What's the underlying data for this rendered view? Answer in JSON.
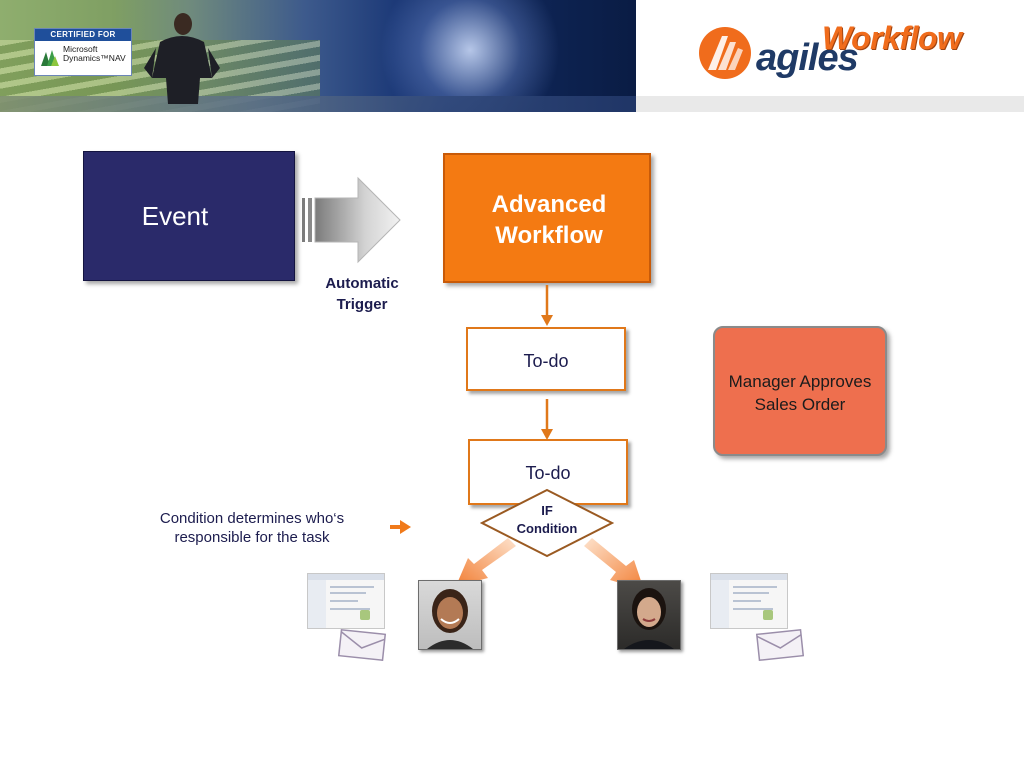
{
  "header": {
    "certified_for": "CERTIFIED FOR",
    "ms_line1": "Microsoft",
    "ms_line2": "Dynamics™NAV",
    "logo_part1": "agiles",
    "logo_part2": "Workflow"
  },
  "diagram": {
    "event": "Event",
    "trigger_line1": "Automatic",
    "trigger_line2": "Trigger",
    "advanced_line1": "Advanced",
    "advanced_line2": "Workflow",
    "todo1": "To-do",
    "todo2": "To-do",
    "manager_line1": "Manager Approves",
    "manager_line2": "Sales Order",
    "if_line1": "IF",
    "if_line2": "Condition",
    "condition_line1": "Condition determines who‘s",
    "condition_line2": "responsible for the task"
  },
  "colors": {
    "event_fill": "#2a2a6a",
    "workflow_orange": "#f47a12",
    "manager_fill": "#ee6f4e",
    "text_navy": "#1c1c4e"
  }
}
